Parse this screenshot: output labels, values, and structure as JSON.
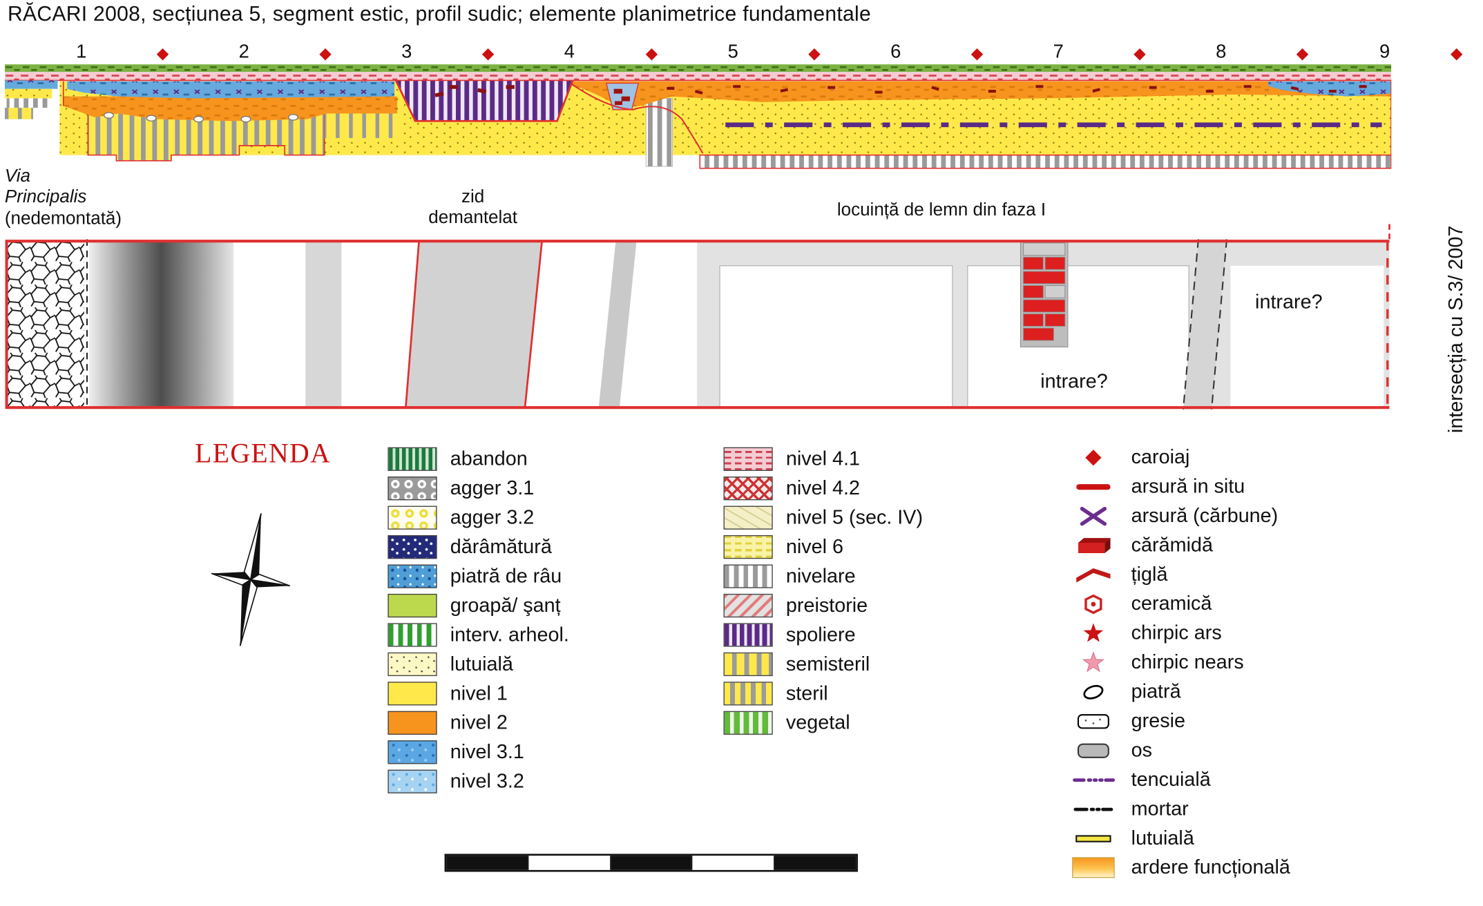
{
  "title": "RĂCARI 2008, secțiunea 5, segment estic, profil sudic; elemente planimetrice fundamentale",
  "ruler_numbers": [
    "1",
    "2",
    "3",
    "4",
    "5",
    "6",
    "7",
    "8",
    "9"
  ],
  "profile": {
    "via_name": "Via\nPrincipalis",
    "via_note": "(nedemontată)",
    "zid_label": "zid\ndemantelat",
    "locuinta_label": "locuință de lemn din faza I",
    "intrare_left": "intrare?",
    "intrare_right": "intrare?",
    "intersection_label": "intersecția cu S.3/ 2007"
  },
  "legend": {
    "title": "LEGENDA",
    "col1": [
      {
        "label": "abandon",
        "swatch": "abandon"
      },
      {
        "label": "agger 3.1",
        "swatch": "agger31"
      },
      {
        "label": "agger 3.2",
        "swatch": "agger32"
      },
      {
        "label": "dărâmătură",
        "swatch": "daramatura"
      },
      {
        "label": "piatră de râu",
        "swatch": "piatra-rau"
      },
      {
        "label": "groapă/ şanț",
        "swatch": "groapa"
      },
      {
        "label": "interv. arheol.",
        "swatch": "interv"
      },
      {
        "label": "lutuială",
        "swatch": "lutuiala"
      },
      {
        "label": "nivel 1",
        "swatch": "nivel1"
      },
      {
        "label": "nivel 2",
        "swatch": "nivel2"
      },
      {
        "label": "nivel 3.1",
        "swatch": "nivel31"
      },
      {
        "label": "nivel 3.2",
        "swatch": "nivel32"
      }
    ],
    "col2": [
      {
        "label": "nivel 4.1",
        "swatch": "nivel41"
      },
      {
        "label": "nivel 4.2",
        "swatch": "nivel42"
      },
      {
        "label": "nivel 5 (sec. IV)",
        "swatch": "nivel5"
      },
      {
        "label": "nivel 6",
        "swatch": "nivel6"
      },
      {
        "label": "nivelare",
        "swatch": "nivelare"
      },
      {
        "label": "preistorie",
        "swatch": "preistorie"
      },
      {
        "label": "spoliere",
        "swatch": "spoliere"
      },
      {
        "label": "semisteril",
        "swatch": "semisteril"
      },
      {
        "label": "steril",
        "swatch": "steril"
      },
      {
        "label": "vegetal",
        "swatch": "vegetal"
      }
    ],
    "col3": [
      {
        "label": "caroiaj",
        "icon": "caroiaj-diamond-icon"
      },
      {
        "label": "arsură in situ",
        "icon": "arsura-insitu-icon"
      },
      {
        "label": "arsură (cărbune)",
        "icon": "arsura-carbune-icon"
      },
      {
        "label": "cărămidă",
        "icon": "caramida-icon"
      },
      {
        "label": "țiglă",
        "icon": "tigla-icon"
      },
      {
        "label": "ceramică",
        "icon": "ceramica-icon"
      },
      {
        "label": "chirpic ars",
        "icon": "chirpic-ars-icon"
      },
      {
        "label": "chirpic nears",
        "icon": "chirpic-nears-icon"
      },
      {
        "label": "piatră",
        "icon": "piatra-icon"
      },
      {
        "label": "gresie",
        "icon": "gresie-icon"
      },
      {
        "label": "os",
        "icon": "os-icon"
      },
      {
        "label": "tencuială",
        "icon": "tencuiala-icon"
      },
      {
        "label": "mortar",
        "icon": "mortar-icon"
      },
      {
        "label": "lutuială",
        "icon": "lutuiala-line-icon"
      },
      {
        "label": "ardere funcțională",
        "icon": "ardere-icon"
      }
    ]
  },
  "colors": {
    "accent_red": "#cc1111",
    "outline_red": "#e03030",
    "nivel1_yellow": "#ffe94a",
    "nivel2_orange": "#f7941e",
    "spoliere_purple": "#5b2a86"
  }
}
